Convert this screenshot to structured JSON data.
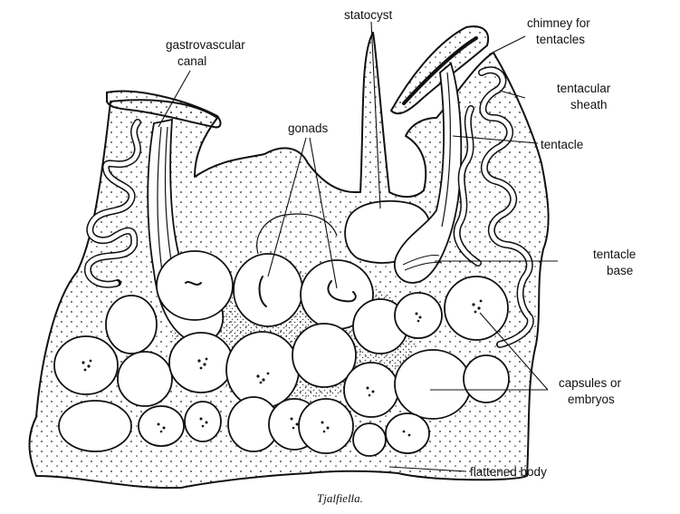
{
  "labels": {
    "statocyst": "statocyst",
    "chimney_1": "chimney for",
    "chimney_2": "tentacles",
    "gastro_1": "gastrovascular",
    "gastro_2": "canal",
    "sheath_1": "tentacular",
    "sheath_2": "sheath",
    "gonads": "gonads",
    "tentacle": "tentacle",
    "base_1": "tentacle",
    "base_2": "base",
    "capsules_1": "capsules or",
    "capsules_2": "embryos",
    "flattened": "flattened body"
  },
  "caption": "Tjalfiella."
}
